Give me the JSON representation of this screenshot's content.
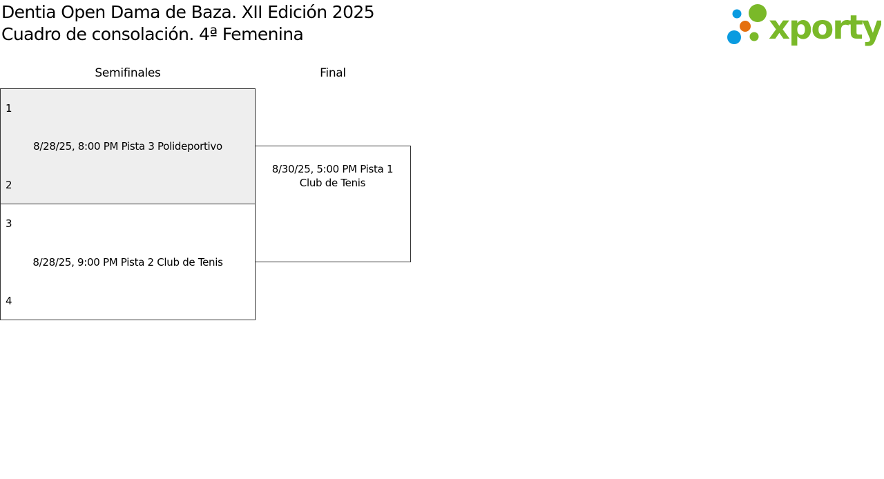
{
  "header": {
    "title_line1": "Dentia Open Dama de Baza. XII Edición 2025",
    "title_line2": "Cuadro de consolación. 4ª Femenina",
    "logo_text": "xporty",
    "logo_colors": {
      "green": "#7ab929",
      "blue": "#0a9be0",
      "orange": "#e5700f"
    }
  },
  "rounds": [
    {
      "label": "Semifinales"
    },
    {
      "label": "Final"
    }
  ],
  "matches": [
    {
      "top_seed": "1",
      "bottom_seed": "2",
      "info": "8/28/25, 8:00 PM Pista 3 Polideportivo"
    },
    {
      "top_seed": "3",
      "bottom_seed": "4",
      "info": "8/28/25, 9:00 PM Pista 2 Club de Tenis"
    },
    {
      "info": "8/30/25, 5:00 PM Pista 1 Club de Tenis"
    }
  ]
}
